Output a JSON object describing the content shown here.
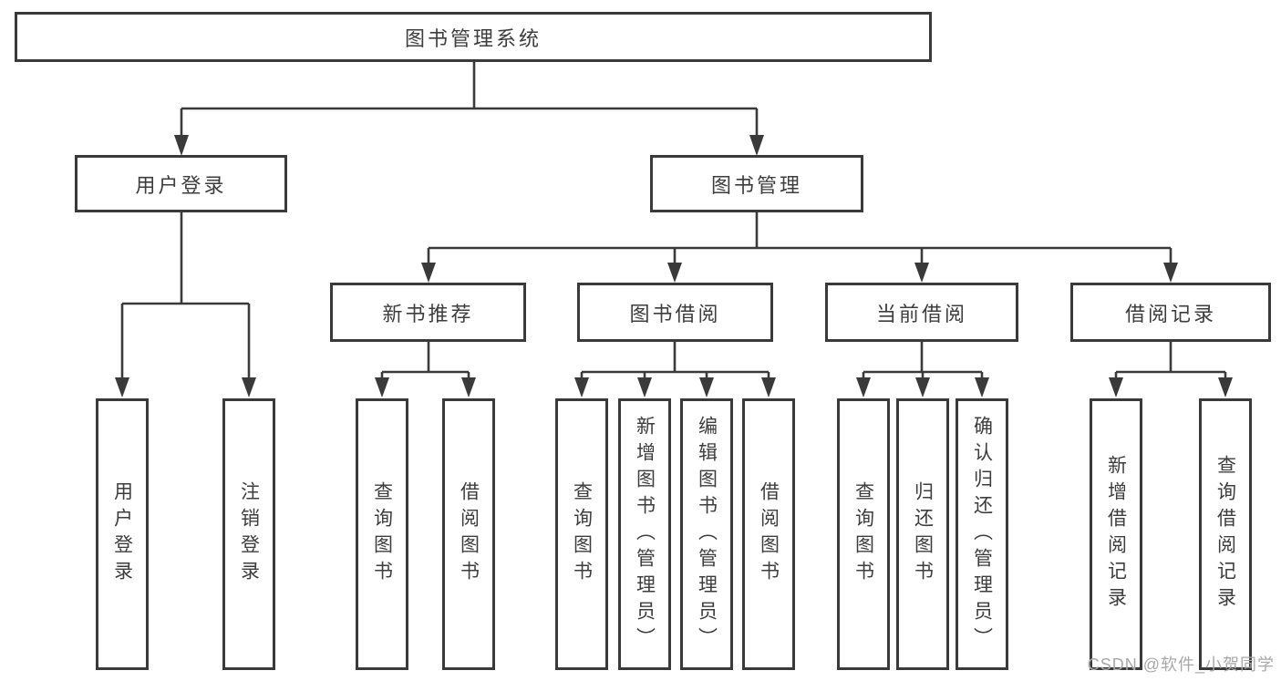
{
  "diagram_title": "图书管理系统",
  "colors": {
    "line": "#3a3a3a",
    "box_border": "#3a3a3a",
    "text": "#3d3d3d",
    "watermark": "#a8a8a8",
    "background": "#ffffff"
  },
  "tree": {
    "root": {
      "label": "图书管理系统"
    },
    "branches": [
      {
        "label": "用户登录",
        "children": [
          {
            "label": "用户登录"
          },
          {
            "label": "注销登录"
          }
        ]
      },
      {
        "label": "图书管理",
        "children": [
          {
            "label": "新书推荐",
            "children": [
              {
                "label": "查询图书"
              },
              {
                "label": "借阅图书"
              }
            ]
          },
          {
            "label": "图书借阅",
            "children": [
              {
                "label": "查询图书"
              },
              {
                "label": "新增图书（管理员）"
              },
              {
                "label": "编辑图书（管理员）"
              },
              {
                "label": "借阅图书"
              }
            ]
          },
          {
            "label": "当前借阅",
            "children": [
              {
                "label": "查询图书"
              },
              {
                "label": "归还图书"
              },
              {
                "label": "确认归还（管理员）"
              }
            ]
          },
          {
            "label": "借阅记录",
            "children": [
              {
                "label": "新增借阅记录"
              },
              {
                "label": "查询借阅记录"
              }
            ]
          }
        ]
      }
    ]
  },
  "watermark": {
    "text": "CSDN @软件_小贺同学"
  }
}
